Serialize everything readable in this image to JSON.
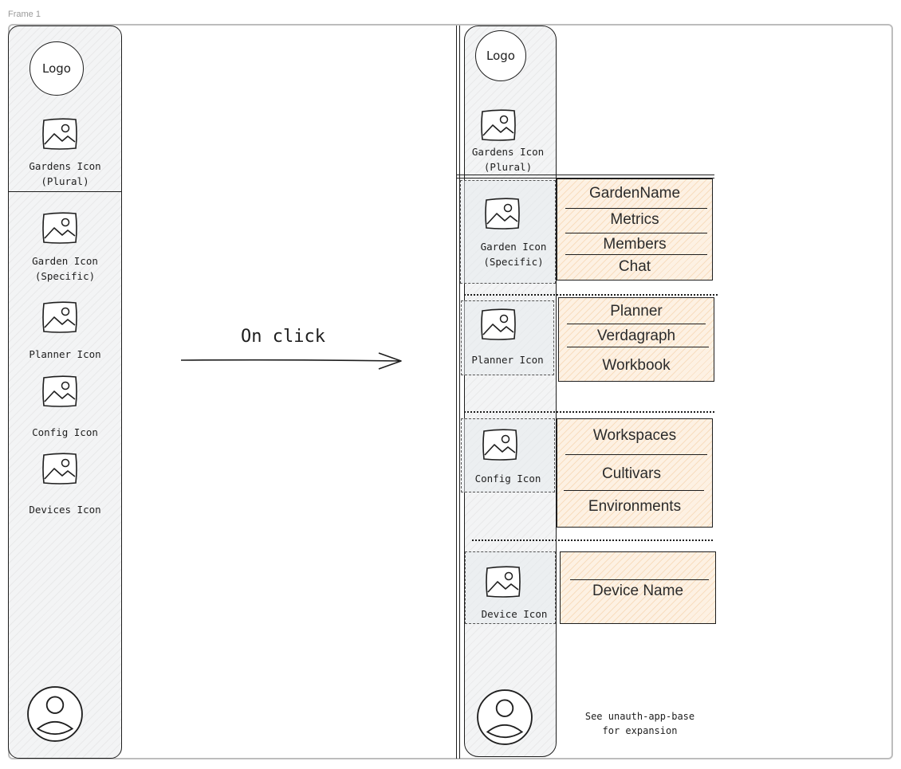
{
  "frame_label": "Frame 1",
  "left_sidebar": {
    "logo": "Logo",
    "gardens": [
      "Gardens Icon",
      "(Plural)"
    ],
    "garden": [
      "Garden Icon",
      "(Specific)"
    ],
    "planner": "Planner Icon",
    "config": "Config Icon",
    "devices": "Devices Icon"
  },
  "transition": {
    "label": "On click"
  },
  "right_sidebar": {
    "logo": "Logo",
    "gardens": [
      "Gardens Icon",
      "(Plural)"
    ],
    "garden": [
      "Garden Icon",
      "(Specific)"
    ],
    "planner": "Planner Icon",
    "config": "Config Icon",
    "device": "Device Icon"
  },
  "menus": {
    "garden": [
      "GardenName",
      "Metrics",
      "Members",
      "Chat"
    ],
    "planner": [
      "Planner",
      "Verdagraph",
      "Workbook"
    ],
    "config": [
      "Workspaces",
      "Cultivars",
      "Environments"
    ],
    "device": [
      "Device Name"
    ]
  },
  "note": [
    "See unauth-app-base",
    "for expansion"
  ],
  "colors": {
    "menu_fill": "#fdf1e3",
    "menu_hatch": "#e6963c",
    "sidebar_fill": "#f3f4f5",
    "stroke": "#1e1e1e"
  }
}
